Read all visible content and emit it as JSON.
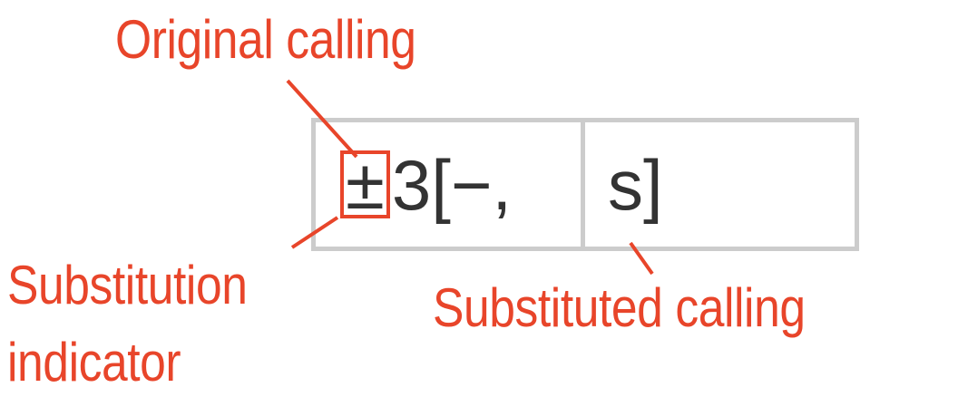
{
  "annotations": {
    "original_calling": "Original calling",
    "substitution_indicator_line1": "Substitution",
    "substitution_indicator_line2": "indicator",
    "substituted_calling": "Substituted calling"
  },
  "table": {
    "cells": [
      {
        "indicator": "±",
        "number": "3",
        "text": "[−,"
      },
      {
        "text": "s]"
      }
    ]
  },
  "colors": {
    "annotation": "#e8452a",
    "border": "#cccccc",
    "text": "#333333"
  }
}
